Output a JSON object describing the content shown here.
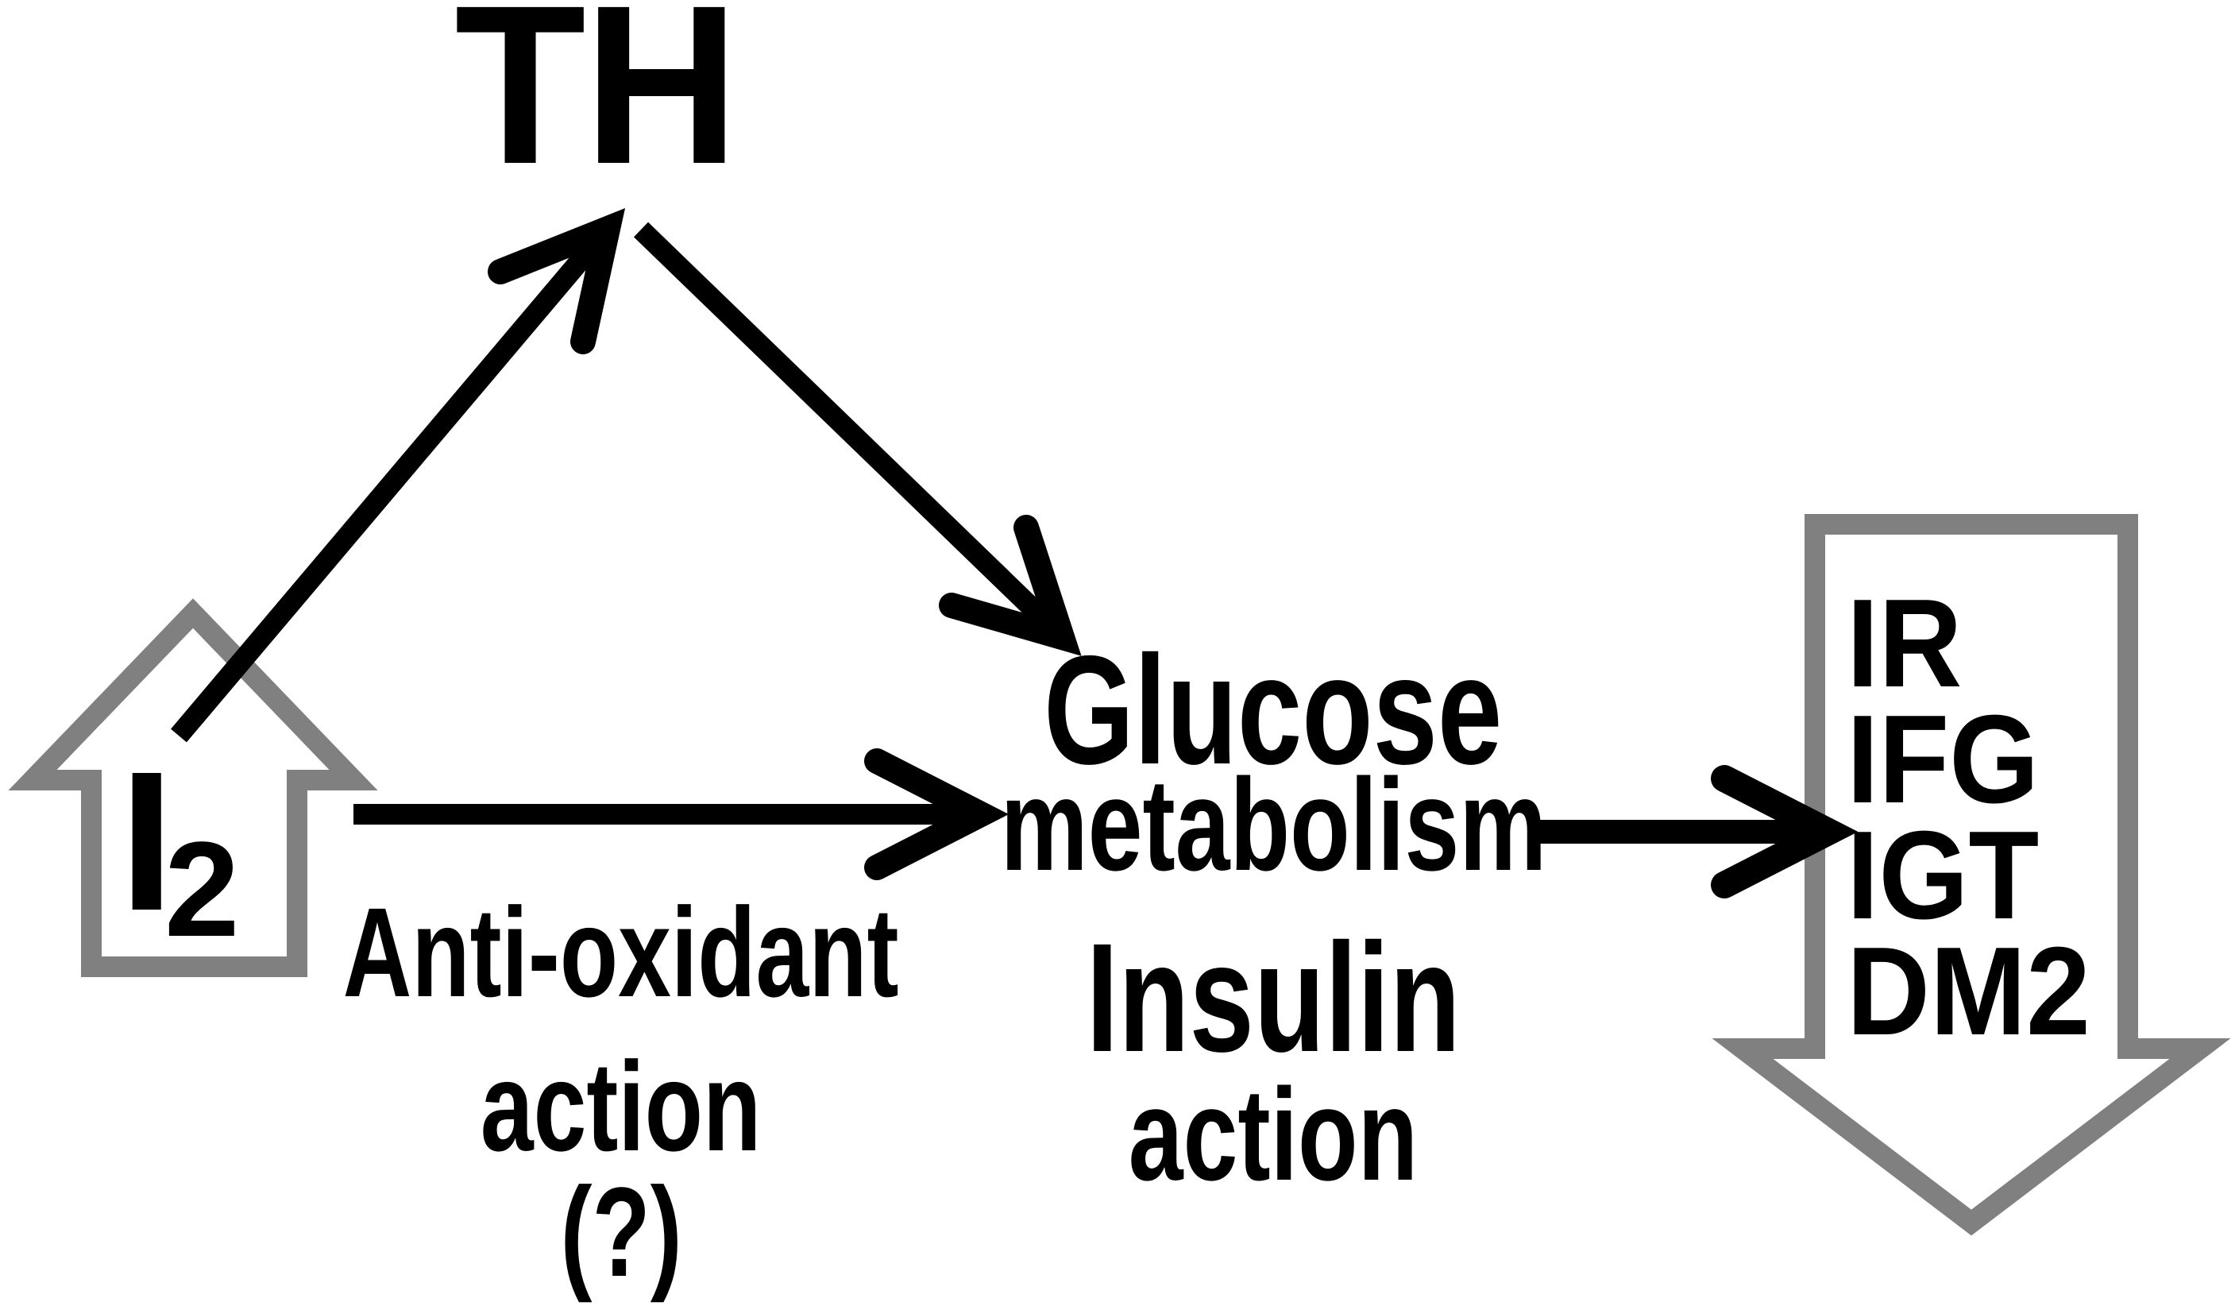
{
  "figure": {
    "th_label": "TH",
    "iodine": {
      "symbol": "I",
      "subscript": "2"
    },
    "glucose_metabolism": {
      "line1": "Glucose",
      "line2": "metabolism"
    },
    "insulin_action": {
      "line1": "Insulin",
      "line2": "action"
    },
    "antioxidant": {
      "line1": "Anti-oxidant",
      "line2": "action",
      "line3": "(?)"
    },
    "outcomes": [
      "IR",
      "IFG",
      "IGT",
      "DM2"
    ],
    "colors": {
      "ink": "#000000",
      "block_arrow_gray": "#808080",
      "background": "#ffffff"
    },
    "icons": {
      "iodine_shape": "up-block-arrow-icon",
      "outcomes_shape": "down-block-arrow-icon"
    }
  }
}
